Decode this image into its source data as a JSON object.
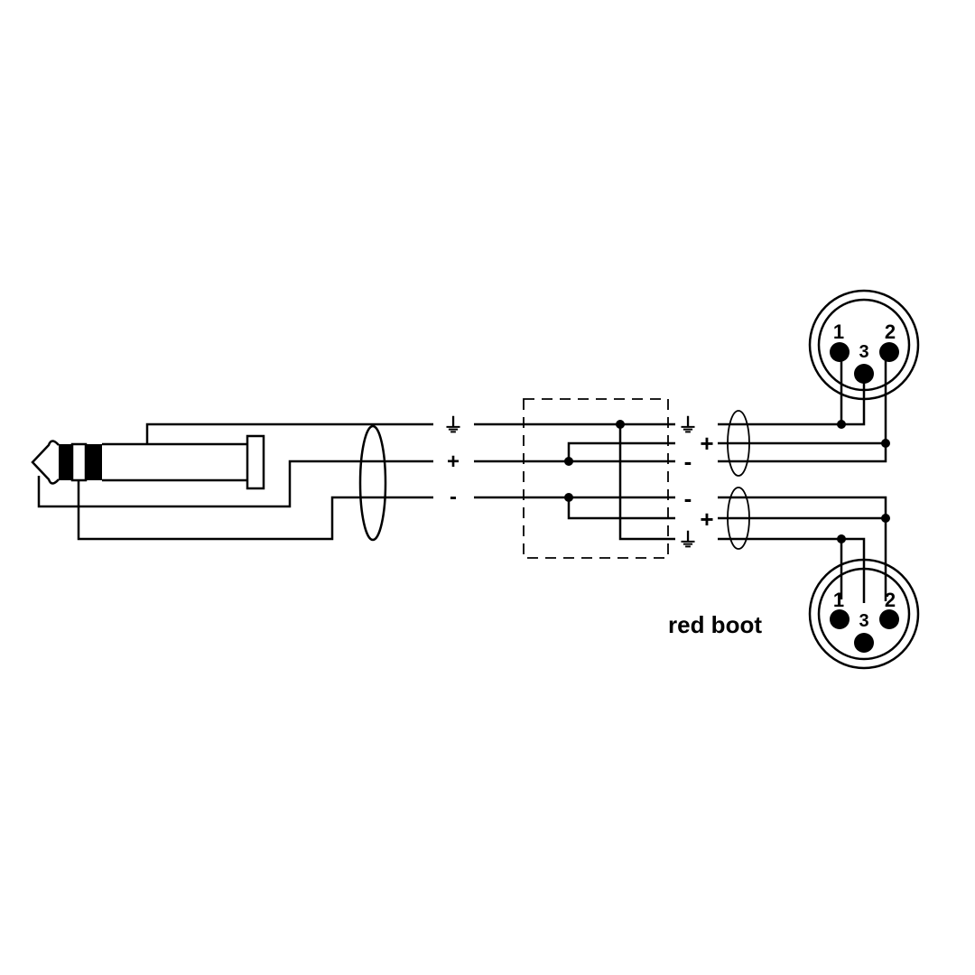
{
  "diagram": {
    "left_labels": {
      "ground": "⏚",
      "plus": "+",
      "minus": "-"
    },
    "right_labels": {
      "ground_top": "⏚",
      "plus_top": "+",
      "minus_top": "-",
      "minus_bottom": "-",
      "plus_bottom": "+",
      "ground_bottom": "⏚"
    },
    "xlr_top": {
      "pin1": "1",
      "pin2": "2",
      "pin3": "3"
    },
    "xlr_bottom": {
      "pin1": "1",
      "pin2": "2",
      "pin3": "3"
    },
    "note": "red boot"
  }
}
